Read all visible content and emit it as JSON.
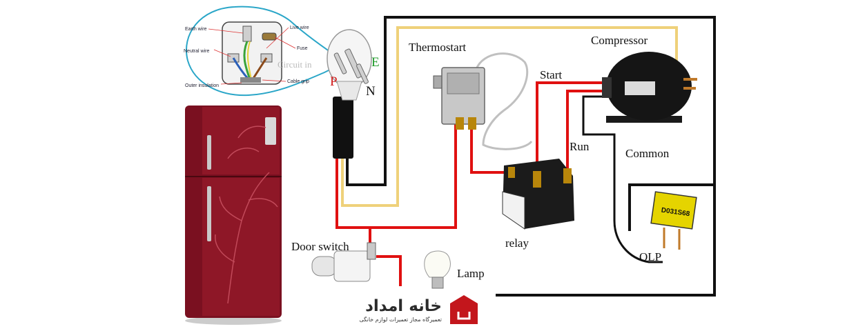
{
  "labels": {
    "thermostart": "Thermostart",
    "compressor": "Compressor",
    "start": "Start",
    "run": "Run",
    "common": "Common",
    "relay": "relay",
    "olp": "OLP",
    "door_switch": "Door switch",
    "lamp": "Lamp"
  },
  "plug": {
    "e": "E",
    "p": "P",
    "n": "N"
  },
  "plug_inset": {
    "earth_wire": "Earth wire",
    "neutral_wire": "Neutral wire",
    "live_wire": "Live wire",
    "fuse": "Fuse",
    "circuit": "Circuit in",
    "cable_grip": "Cable grip",
    "outer_insulation": "Outer insulation"
  },
  "olp_device_text": "D031S68",
  "brand": {
    "title": "خانه امداد",
    "subtitle": "تعمیرگاه مجاز تعمیرات لوازم خانگی"
  },
  "colors": {
    "black_wire": "#111111",
    "red_wire": "#e01010",
    "yellow_wire": "#efd17a",
    "fridge_body": "#7a1020",
    "brand_red": "#c3161c",
    "inset_outline": "#2aa6c8"
  }
}
